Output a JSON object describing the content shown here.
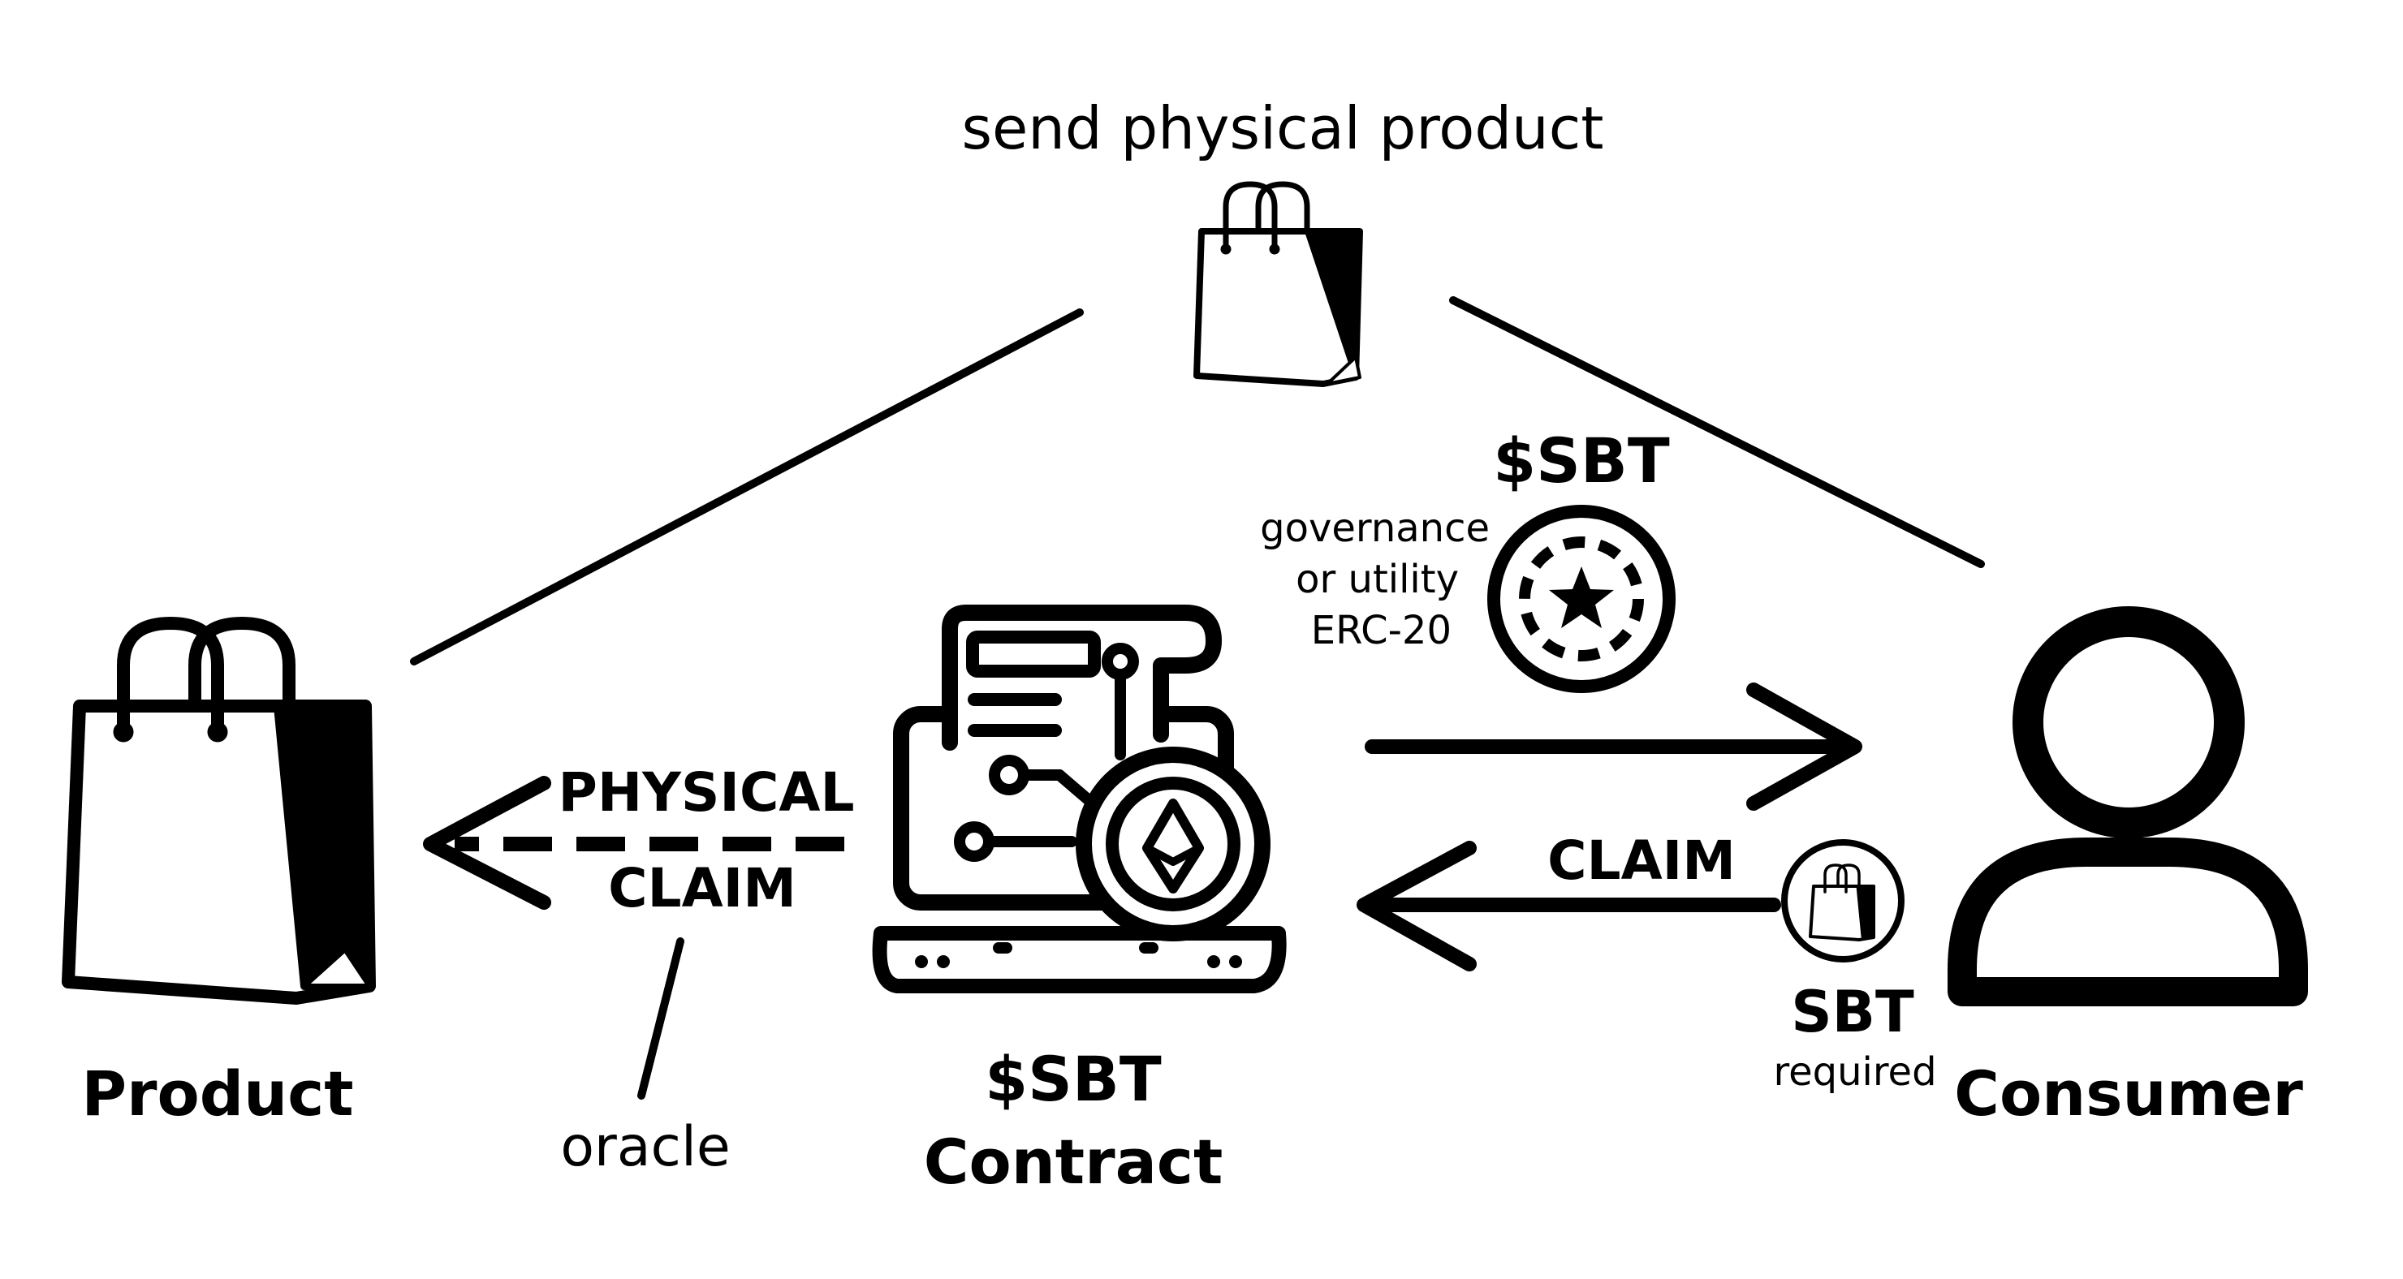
{
  "top": {
    "title": "send physical product"
  },
  "product": {
    "label": "Product"
  },
  "contract": {
    "line1": "$SBT",
    "line2": "Contract"
  },
  "consumer": {
    "label": "Consumer"
  },
  "physical_claim": {
    "line1": "PHYSICAL",
    "line2": "CLAIM"
  },
  "oracle": {
    "label": "oracle"
  },
  "token": {
    "title": "$SBT",
    "desc_line1": "governance",
    "desc_line2": "or utility",
    "desc_line3": "ERC-20"
  },
  "claim": {
    "label": "CLAIM"
  },
  "sbt_badge": {
    "title": "SBT",
    "subtitle": "required"
  },
  "icons": {
    "product": "shopping-bag-icon",
    "shipment": "shopping-bag-icon",
    "contract": "smart-contract-laptop-ethereum-icon",
    "token": "token-coin-star-icon",
    "consumer": "user-person-icon",
    "sbt_badge": "shopping-bag-badge-icon"
  }
}
